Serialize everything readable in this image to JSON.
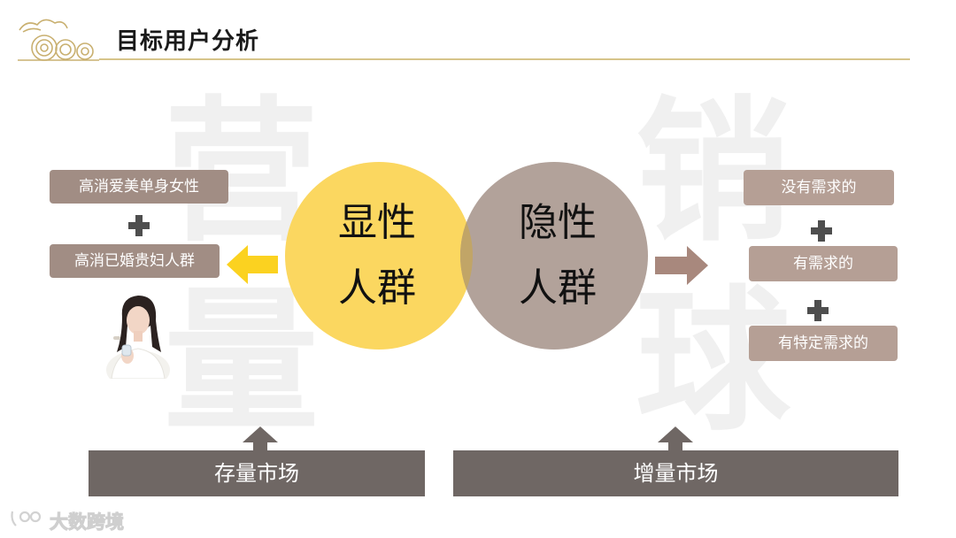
{
  "header": {
    "title": "目标用户分析"
  },
  "watermark": {
    "left_chars": [
      "营",
      "量"
    ],
    "right_chars": [
      "销",
      "球"
    ]
  },
  "venn": {
    "left_label_lines": [
      "显性",
      "人群"
    ],
    "right_label_lines": [
      "隐性",
      "人群"
    ],
    "colors": {
      "left": "#fbd760",
      "right": "#b2a29a",
      "overlap": "#c1a567"
    }
  },
  "left_panel": {
    "items": [
      "高消爱美单身女性",
      "高消已婚贵妇人群"
    ],
    "arrow_color": "#fbd220"
  },
  "right_panel": {
    "items": [
      "没有需求的",
      "有需求的",
      "有特定需求的"
    ],
    "arrow_color": "#a8887d"
  },
  "bottom": {
    "left_market": "存量市场",
    "right_market": "增量市场"
  },
  "footer": {
    "brand": "大数跨境"
  },
  "icons": [
    "cloud-ornament-icon",
    "plus-icon",
    "arrow-left-icon",
    "arrow-right-icon",
    "arrow-up-icon",
    "brand-logo-icon"
  ]
}
